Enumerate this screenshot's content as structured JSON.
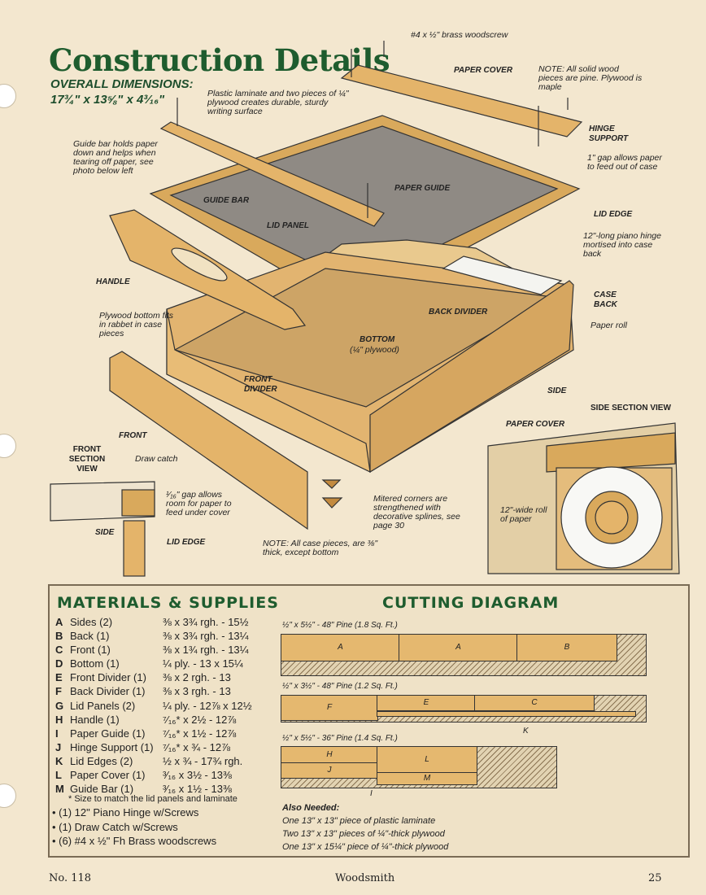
{
  "title": "Construction Details",
  "dimensions": {
    "label": "OVERALL DIMENSIONS:",
    "value": "17¾\" x 13⅝\" x 4³⁄₁₆\""
  },
  "callouts": {
    "woodscrew": "#4 x ½\" brass woodscrew",
    "paper_cover": "PAPER COVER",
    "note_solid": "NOTE: All solid wood pieces are pine. Plywood is maple",
    "plastic": "Plastic laminate and two pieces of ¼\" plywood creates durable, sturdy writing surface",
    "guide_bar_holds": "Guide bar holds paper down and helps when tearing off paper, see photo below left",
    "hinge_support": "HINGE SUPPORT",
    "gap1": "1\" gap allows paper to feed out of case",
    "paper_guide": "PAPER GUIDE",
    "guide_bar": "GUIDE BAR",
    "lid_panel": "LID PANEL",
    "lid_edge": "LID EDGE",
    "piano_hinge": "12\"-long piano hinge mortised into case back",
    "handle": "HANDLE",
    "case_back": "CASE BACK",
    "plywood_bottom": "Plywood bottom fits in rabbet in case pieces",
    "back_divider": "BACK DIVIDER",
    "paper_roll": "Paper roll",
    "bottom": "BOTTOM",
    "bottom_sub": "(¼\" plywood)",
    "front_divider": "FRONT DIVIDER",
    "side": "SIDE",
    "side_section_view": "SIDE SECTION VIEW",
    "paper_cover2": "PAPER COVER",
    "front": "FRONT",
    "front_section": "FRONT SECTION VIEW",
    "draw_catch": "Draw catch",
    "gap2": "¹⁄₁₆\" gap allows room for paper to feed under cover",
    "side2": "SIDE",
    "lid_edge2": "LID EDGE",
    "mitered": "Mitered corners are strengthened with decorative splines, see page 30",
    "roll": "12\"-wide roll of paper",
    "note_case": "NOTE: All case pieces, are ⅜\" thick, except bottom"
  },
  "materials": {
    "title": "MATERIALS & SUPPLIES",
    "items": [
      {
        "key": "A",
        "name": "Sides (2)",
        "size": "⅜ x 3¾ rgh. - 15½"
      },
      {
        "key": "B",
        "name": "Back (1)",
        "size": "⅜ x 3¾ rgh. - 13¼"
      },
      {
        "key": "C",
        "name": "Front (1)",
        "size": "⅜ x 1¾ rgh. - 13¼"
      },
      {
        "key": "D",
        "name": "Bottom (1)",
        "size": "¼ ply. - 13 x 15¼"
      },
      {
        "key": "E",
        "name": "Front Divider (1)",
        "size": "⅜ x 2 rgh. - 13"
      },
      {
        "key": "F",
        "name": "Back Divider (1)",
        "size": "⅜ x 3 rgh. - 13"
      },
      {
        "key": "G",
        "name": "Lid Panels (2)",
        "size": "¼ ply. - 12⅞ x 12½"
      },
      {
        "key": "H",
        "name": "Handle (1)",
        "size": "⁷⁄₁₆* x 2½ - 12⅞"
      },
      {
        "key": "I",
        "name": "Paper Guide (1)",
        "size": "⁷⁄₁₆* x 1½ - 12⅞"
      },
      {
        "key": "J",
        "name": "Hinge Support (1)",
        "size": "⁷⁄₁₆* x ¾ - 12⅞"
      },
      {
        "key": "K",
        "name": "Lid Edges (2)",
        "size": "½ x ¾ - 17¾ rgh."
      },
      {
        "key": "L",
        "name": "Paper Cover (1)",
        "size": "³⁄₁₆ x 3½ - 13⅜"
      },
      {
        "key": "M",
        "name": "Guide Bar (1)",
        "size": "³⁄₁₆ x 1½ - 13⅜"
      }
    ],
    "footnote": "* Size to match the lid panels and laminate",
    "supplies": [
      "(1) 12\" Piano Hinge w/Screws",
      "(1) Draw Catch w/Screws",
      "(6) #4 x ½\" Fh Brass woodscrews"
    ]
  },
  "cutting": {
    "title": "CUTTING DIAGRAM",
    "board1": "½\" x 5½\" - 48\" Pine (1.8 Sq. Ft.)",
    "board2": "½\" x 3½\" - 48\" Pine (1.2 Sq. Ft.)",
    "board3": "½\" x 5½\" - 36\" Pine (1.4 Sq. Ft.)",
    "labels": {
      "A1": "A",
      "A2": "A",
      "B": "B",
      "F": "F",
      "E": "E",
      "C": "C",
      "K": "K",
      "H": "H",
      "J": "J",
      "L": "L",
      "M": "M",
      "I": "I"
    },
    "also_title": "Also Needed:",
    "also": [
      "One 13\" x 13\" piece of plastic laminate",
      "Two 13\" x 13\" pieces of ¼\"-thick plywood",
      "One 13\" x 15¼\" piece of ¼\"-thick plywood"
    ]
  },
  "footer": {
    "issue": "No. 118",
    "magazine": "Woodsmith",
    "page": "25"
  }
}
